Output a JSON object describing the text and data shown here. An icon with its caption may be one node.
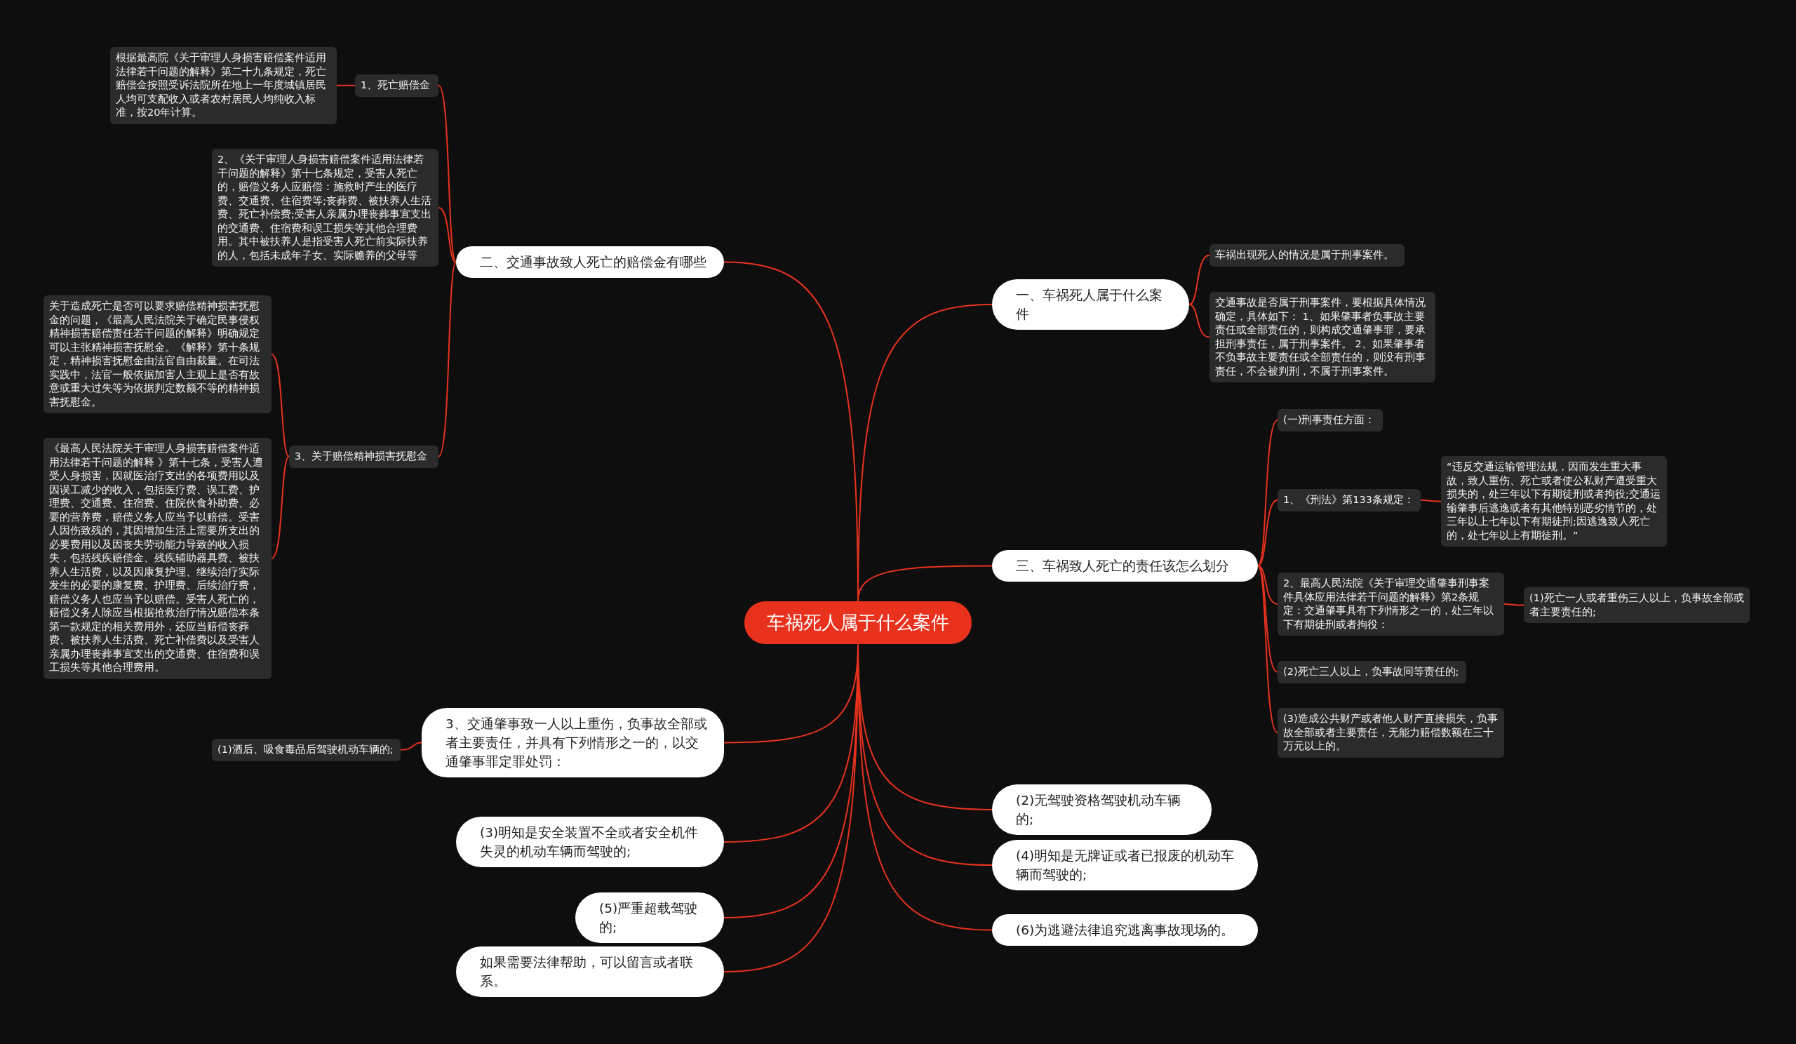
{
  "diagram": {
    "nodes": [
      {
        "text": [
          "车祸死人属于什么案件"
        ]
      },
      {
        "text": [
          "一、车祸死人属于什么案件"
        ]
      },
      {
        "text": [
          "车祸出现死人的情况是属于刑事案件。"
        ]
      },
      {
        "text": [
          "交通事故是否属于刑事案件，要根据具体情况确定，具体如下： 1、如果肇事者负事故主要责任或全部责任的，则构成交通肇事罪，要承担刑事责任，属于刑事案件。 2、如果肇事者不负事故主要责任或全部责任的，则没有刑事责任，不会被判刑，不属于刑事案件。"
        ]
      },
      {
        "text": [
          "二、交通事故致人死亡的赔偿金有哪些"
        ]
      },
      {
        "text": [
          "1、死亡赔偿金"
        ]
      },
      {
        "text": [
          "根据最高院《关于审理人身损害赔偿案件适用法律若干问题的解释》第二十九条规定，死亡赔偿金按照受诉法院所在地上一年度城镇居民人均可支配收入或者农村居民人均纯收入标准，按20年计算。"
        ]
      },
      {
        "text": [
          "2、《关于审理人身损害赔偿案件适用法律若干问题的解释》第十七条规定，受害人死亡的，赔偿义务人应赔偿：施救时产生的医疗费、交通费、住宿费等;丧葬费、被扶养人生活费、死亡补偿费;受害人亲属办理丧葬事宜支出的交通费、住宿费和误工损失等其他合理费用。其中被扶养人是指受害人死亡前实际扶养的人，包括未成年子女、实际赡养的父母等"
        ]
      },
      {
        "text": [
          "3、关于赔偿精神损害抚慰金"
        ]
      },
      {
        "text": [
          "关于造成死亡是否可以要求赔偿精神损害抚慰金的问题，《最高人民法院关于确定民事侵权精神损害赔偿责任若干问题的解释》明确规定可以主张精神损害抚慰金。《解释》第十条规定，精神损害抚慰金由法官自由裁量。在司法实践中，法官一般依据加害人主观上是否有故意或重大过失等为依据判定数额不等的精神损害抚慰金。"
        ]
      },
      {
        "text": [
          "《最高人民法院关于审理人身损害赔偿案件适用法律若干问题的解释 》第十七条，受害人遭受人身损害，因就医治疗支出的各项费用以及因误工减少的收入，包括医疗费、误工费、护理费、交通费、住宿费、住院伙食补助费、必要的营养费，赔偿义务人应当予以赔偿。受害人因伤致残的，其因增加生活上需要所支出的必要费用以及因丧失劳动能力导致的收入损失，包括残疾赔偿金、残疾辅助器具费、被扶养人生活费，以及因康复护理、继续治疗实际发生的必要的康复费、护理费、后续治疗费，赔偿义务人也应当予以赔偿。受害人死亡的，赔偿义务人除应当根据抢救治疗情况赔偿本条第一款规定的相关费用外，还应当赔偿丧葬费、被扶养人生活费、死亡补偿费以及受害人亲属办理丧葬事宜支出的交通费、住宿费和误工损失等其他合理费用。"
        ]
      },
      {
        "text": [
          "三、车祸致人死亡的责任该怎么划分"
        ]
      },
      {
        "text": [
          "(一)刑事责任方面："
        ]
      },
      {
        "text": [
          "1、《刑法》第133条规定："
        ]
      },
      {
        "text": [
          "“违反交通运输管理法规，因而发生重大事故，致人重伤、死亡或者使公私财产遭受重大损失的，处三年以下有期徒刑或者拘役;交通运输肇事后逃逸或者有其他特别恶劣情节的，处三年以上七年以下有期徒刑;因逃逸致人死亡的，处七年以上有期徒刑。”"
        ]
      },
      {
        "text": [
          "2、最高人民法院《关于审理交通肇事刑事案件具体应用法律若干问题的解释》第2条规定：交通肇事具有下列情形之一的，处三年以下有期徒刑或者拘役："
        ]
      },
      {
        "text": [
          "(1)死亡一人或者重伤三人以上，负事故全部或者主要责任的;"
        ]
      },
      {
        "text": [
          "(2)死亡三人以上，负事故同等责任的;"
        ]
      },
      {
        "text": [
          "(3)造成公共财产或者他人财产直接损失，负事故全部或者主要责任，无能力赔偿数额在三十万元以上的。"
        ]
      },
      {
        "text": [
          "3、交通肇事致一人以上重伤，负事故全部或者主要责任，并具有下列情形之一的，以交通肇事罪定罪处罚："
        ]
      },
      {
        "text": [
          "(1)酒后、吸食毒品后驾驶机动车辆的;"
        ]
      },
      {
        "text": [
          "(2)无驾驶资格驾驶机动车辆的;"
        ]
      },
      {
        "text": [
          "(3)明知是安全装置不全或者安全机件失灵的机动车辆而驾驶的;"
        ]
      },
      {
        "text": [
          "(4)明知是无牌证或者已报废的机动车辆而驾驶的;"
        ]
      },
      {
        "text": [
          "(5)严重超载驾驶的;"
        ]
      },
      {
        "text": [
          "(6)为逃避法律追究逃离事故现场的。"
        ]
      },
      {
        "text": [
          "如果需要法律帮助，可以留言或者联系。"
        ]
      }
    ],
    "edges": [
      {
        "from": 0,
        "to": 1,
        "arrow": "none"
      },
      {
        "from": 1,
        "to": 2,
        "arrow": "none"
      },
      {
        "from": 1,
        "to": 3,
        "arrow": "none"
      },
      {
        "from": 0,
        "to": 4,
        "arrow": "none"
      },
      {
        "from": 4,
        "to": 5,
        "arrow": "none"
      },
      {
        "from": 5,
        "to": 6,
        "arrow": "none"
      },
      {
        "from": 4,
        "to": 7,
        "arrow": "none"
      },
      {
        "from": 4,
        "to": 8,
        "arrow": "none"
      },
      {
        "from": 8,
        "to": 9,
        "arrow": "none"
      },
      {
        "from": 8,
        "to": 10,
        "arrow": "none"
      },
      {
        "from": 0,
        "to": 11,
        "arrow": "none"
      },
      {
        "from": 11,
        "to": 12,
        "arrow": "none"
      },
      {
        "from": 11,
        "to": 13,
        "arrow": "none"
      },
      {
        "from": 13,
        "to": 14,
        "arrow": "none"
      },
      {
        "from": 11,
        "to": 15,
        "arrow": "none"
      },
      {
        "from": 15,
        "to": 16,
        "arrow": "none"
      },
      {
        "from": 11,
        "to": 17,
        "arrow": "none"
      },
      {
        "from": 11,
        "to": 18,
        "arrow": "none"
      },
      {
        "from": 0,
        "to": 19,
        "arrow": "none"
      },
      {
        "from": 19,
        "to": 20,
        "arrow": "none"
      },
      {
        "from": 0,
        "to": 21,
        "arrow": "none"
      },
      {
        "from": 0,
        "to": 22,
        "arrow": "none"
      },
      {
        "from": 0,
        "to": 23,
        "arrow": "none"
      },
      {
        "from": 0,
        "to": 24,
        "arrow": "none"
      },
      {
        "from": 0,
        "to": 25,
        "arrow": "none"
      },
      {
        "from": 0,
        "to": 26,
        "arrow": "none"
      }
    ]
  }
}
